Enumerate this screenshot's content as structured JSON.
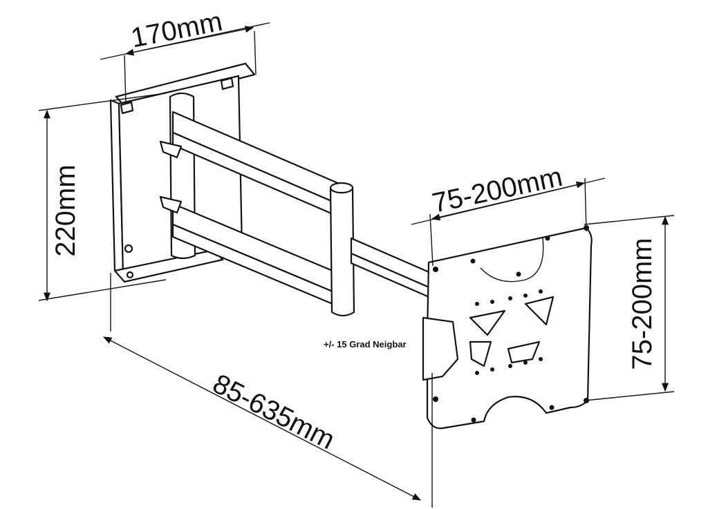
{
  "dimensions": {
    "wall_plate_width": "170mm",
    "wall_plate_height": "220mm",
    "extension_range": "85-635mm",
    "vesa_horizontal": "75-200mm",
    "vesa_vertical": "75-200mm"
  },
  "annotation": {
    "tilt_note": "+/- 15 Grad Neigbar"
  },
  "colors": {
    "line": "#111111",
    "background": "#ffffff"
  }
}
